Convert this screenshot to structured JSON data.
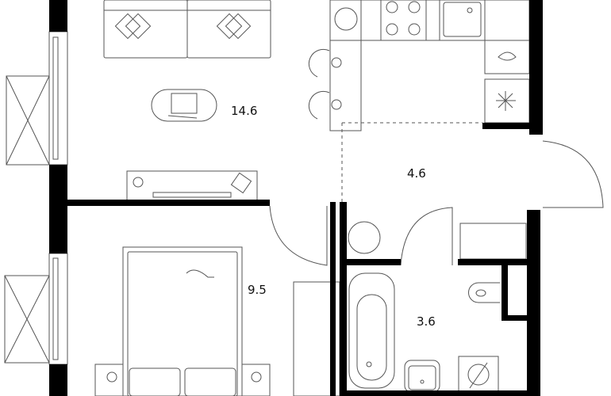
{
  "rooms": [
    {
      "name": "living-room",
      "area": "14.6"
    },
    {
      "name": "hallway-kitchen",
      "area": "4.6"
    },
    {
      "name": "bedroom",
      "area": "9.5"
    },
    {
      "name": "bathroom",
      "area": "3.6"
    }
  ],
  "colors": {
    "wall": "#000000",
    "line": "#555555",
    "background": "#ffffff"
  }
}
